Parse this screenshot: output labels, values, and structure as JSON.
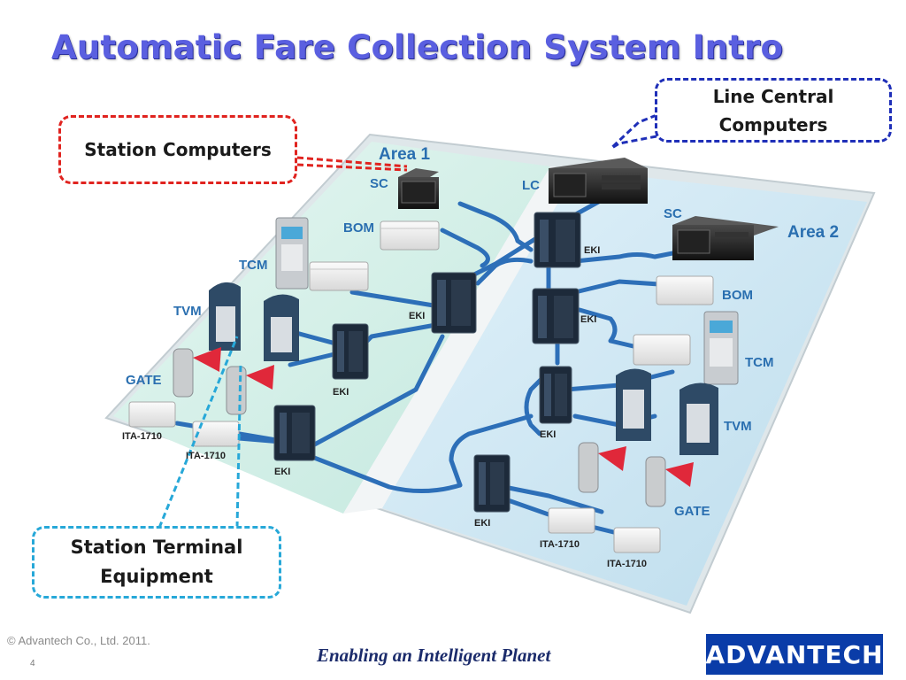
{
  "slide": {
    "title": "Automatic Fare Collection System Intro"
  },
  "callouts": {
    "line_central": "Line Central Computers",
    "station_computers": "Station Computers",
    "station_terminal": "Station Terminal Equipment"
  },
  "areas": {
    "area1": {
      "title": "Area 1",
      "labels": {
        "sc": "SC",
        "bom": "BOM",
        "tcm": "TCM",
        "tvm": "TVM",
        "gate": "GATE",
        "eki_a": "EKI",
        "eki_b": "EKI",
        "eki_c": "EKI",
        "ita_a": "ITA-1710",
        "ita_b": "ITA-1710"
      }
    },
    "area2": {
      "title": "Area 2",
      "labels": {
        "sc": "SC",
        "bom": "BOM",
        "tcm": "TCM",
        "tvm": "TVM",
        "gate": "GATE",
        "eki_a": "EKI",
        "eki_b": "EKI",
        "eki_c": "EKI",
        "ita_a": "ITA-1710",
        "ita_b": "ITA-1710"
      }
    },
    "center": {
      "lc": "LC",
      "eki": "EKI"
    }
  },
  "footer": {
    "copyright": "© Advantech Co., Ltd. 2011.",
    "page": "4",
    "tagline": "Enabling an Intelligent Planet",
    "brand": "ADVANTECH"
  },
  "colors": {
    "title": "#5a5fe0",
    "area1_floor": "#cfeee6",
    "area2_floor": "#cde8f3",
    "cable": "#2d6fb8",
    "callout_blue": "#1f2fb8",
    "callout_red": "#e0231f",
    "callout_cyan": "#27a8d8",
    "gate_flap": "#e0283a",
    "brand_bg": "#0a3ca8"
  }
}
